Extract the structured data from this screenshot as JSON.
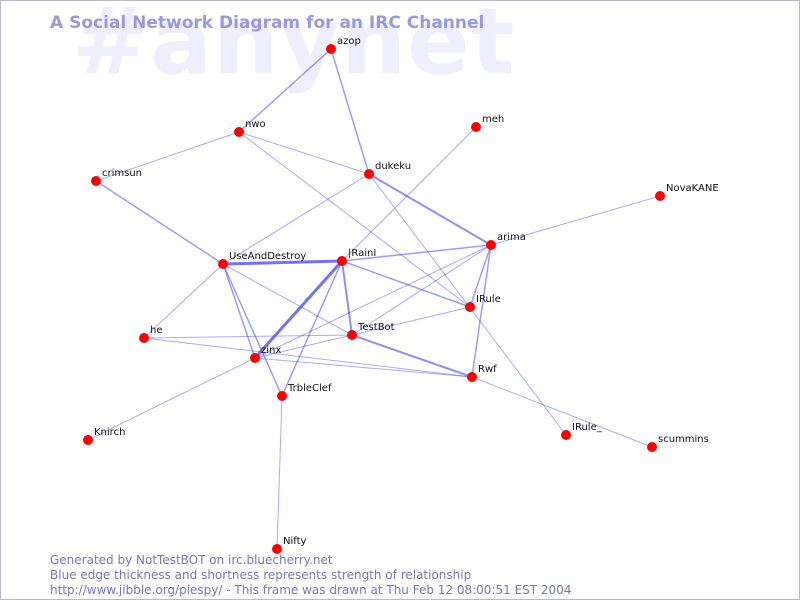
{
  "watermark": "#anynet",
  "title": "A Social Network Diagram for an IRC Channel",
  "footer": {
    "line1": "Generated by NotTestBOT on irc.bluecherry.net",
    "line2": "Blue edge thickness and shortness represents strength of relationship",
    "line3": "http://www.jibble.org/piespy/ - This frame was drawn at Thu Feb 12 08:00:51 EST 2004"
  },
  "colors": {
    "node": "#ff0000",
    "edge": "#4444ee",
    "title": "#9999dd",
    "watermark": "#eeeefc",
    "footer": "#7777bb"
  },
  "nodes": [
    {
      "id": "azop",
      "label": "azop"
    },
    {
      "id": "nwo",
      "label": "nwo"
    },
    {
      "id": "meh",
      "label": "meh"
    },
    {
      "id": "crimsun",
      "label": "crimsun"
    },
    {
      "id": "dukeku",
      "label": "dukeku"
    },
    {
      "id": "NovaKANE",
      "label": "NovaKANE"
    },
    {
      "id": "arima",
      "label": "arima"
    },
    {
      "id": "UseAndDestroy",
      "label": "UseAndDestroy"
    },
    {
      "id": "IRainI",
      "label": "|RainI"
    },
    {
      "id": "IRule",
      "label": "IRule"
    },
    {
      "id": "TestBot",
      "label": "TestBot"
    },
    {
      "id": "he",
      "label": "he"
    },
    {
      "id": "zinx",
      "label": "zinx"
    },
    {
      "id": "Rwf",
      "label": "Rwf"
    },
    {
      "id": "TrbleClef",
      "label": "TrbleClef"
    },
    {
      "id": "Knirch",
      "label": "Knirch"
    },
    {
      "id": "IRule_",
      "label": "IRule_"
    },
    {
      "id": "scummins",
      "label": "scummins"
    },
    {
      "id": "Nifty",
      "label": "Nifty"
    }
  ],
  "edges": [
    {
      "source": "azop",
      "target": "nwo",
      "strength": 1.5
    },
    {
      "source": "azop",
      "target": "dukeku",
      "strength": 1.5
    },
    {
      "source": "nwo",
      "target": "crimsun",
      "strength": 1
    },
    {
      "source": "nwo",
      "target": "dukeku",
      "strength": 1
    },
    {
      "source": "nwo",
      "target": "IRule",
      "strength": 1
    },
    {
      "source": "crimsun",
      "target": "UseAndDestroy",
      "strength": 1.5
    },
    {
      "source": "meh",
      "target": "IRainI",
      "strength": 1
    },
    {
      "source": "dukeku",
      "target": "arima",
      "strength": 2
    },
    {
      "source": "dukeku",
      "target": "UseAndDestroy",
      "strength": 1
    },
    {
      "source": "dukeku",
      "target": "IRule_",
      "strength": 1
    },
    {
      "source": "NovaKANE",
      "target": "arima",
      "strength": 1
    },
    {
      "source": "arima",
      "target": "IRainI",
      "strength": 1.5
    },
    {
      "source": "arima",
      "target": "IRule",
      "strength": 1.5
    },
    {
      "source": "arima",
      "target": "Rwf",
      "strength": 1.5
    },
    {
      "source": "arima",
      "target": "TestBot",
      "strength": 1
    },
    {
      "source": "arima",
      "target": "zinx",
      "strength": 1
    },
    {
      "source": "UseAndDestroy",
      "target": "IRainI",
      "strength": 3
    },
    {
      "source": "UseAndDestroy",
      "target": "he",
      "strength": 1
    },
    {
      "source": "UseAndDestroy",
      "target": "zinx",
      "strength": 1.5
    },
    {
      "source": "UseAndDestroy",
      "target": "TrbleClef",
      "strength": 1.5
    },
    {
      "source": "UseAndDestroy",
      "target": "TestBot",
      "strength": 1
    },
    {
      "source": "IRainI",
      "target": "IRule",
      "strength": 1.5
    },
    {
      "source": "IRainI",
      "target": "TestBot",
      "strength": 2
    },
    {
      "source": "IRainI",
      "target": "zinx",
      "strength": 3
    },
    {
      "source": "IRainI",
      "target": "TrbleClef",
      "strength": 1.5
    },
    {
      "source": "TestBot",
      "target": "IRule",
      "strength": 1
    },
    {
      "source": "TestBot",
      "target": "he",
      "strength": 1
    },
    {
      "source": "TestBot",
      "target": "Rwf",
      "strength": 2
    },
    {
      "source": "TestBot",
      "target": "zinx",
      "strength": 1
    },
    {
      "source": "he",
      "target": "Rwf",
      "strength": 1
    },
    {
      "source": "zinx",
      "target": "Rwf",
      "strength": 1
    },
    {
      "source": "zinx",
      "target": "Knirch",
      "strength": 1
    },
    {
      "source": "TrbleClef",
      "target": "Nifty",
      "strength": 1
    },
    {
      "source": "Rwf",
      "target": "scummins",
      "strength": 1
    }
  ]
}
